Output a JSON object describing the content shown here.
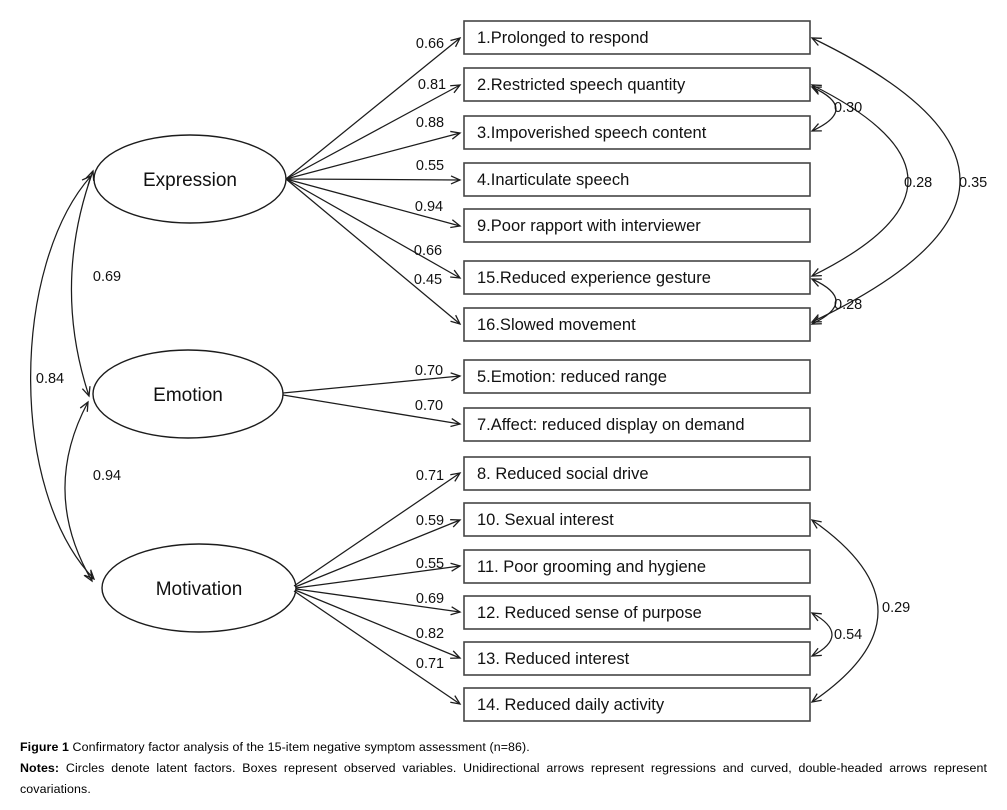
{
  "diagram": {
    "factors": [
      {
        "label": "Expression"
      },
      {
        "label": "Emotion"
      },
      {
        "label": "Motivation"
      }
    ],
    "items": [
      {
        "label": "1.Prolonged to respond",
        "loading": "0.66",
        "factor": "Expression"
      },
      {
        "label": "2.Restricted speech quantity",
        "loading": "0.81",
        "factor": "Expression"
      },
      {
        "label": "3.Impoverished speech content",
        "loading": "0.88",
        "factor": "Expression"
      },
      {
        "label": "4.Inarticulate speech",
        "loading": "0.55",
        "factor": "Expression"
      },
      {
        "label": "9.Poor rapport with interviewer",
        "loading": "0.94",
        "factor": "Expression"
      },
      {
        "label": "15.Reduced experience gesture",
        "loading": "0.66",
        "factor": "Expression"
      },
      {
        "label": "16.Slowed movement",
        "loading": "0.45",
        "factor": "Expression"
      },
      {
        "label": "5.Emotion: reduced range",
        "loading": "0.70",
        "factor": "Emotion"
      },
      {
        "label": "7.Affect: reduced display on demand",
        "loading": "0.70",
        "factor": "Emotion"
      },
      {
        "label": "8. Reduced social drive",
        "loading": "0.71",
        "factor": "Motivation"
      },
      {
        "label": "10. Sexual interest",
        "loading": "0.59",
        "factor": "Motivation"
      },
      {
        "label": "11. Poor grooming and hygiene",
        "loading": "0.55",
        "factor": "Motivation"
      },
      {
        "label": "12. Reduced sense of purpose",
        "loading": "0.69",
        "factor": "Motivation"
      },
      {
        "label": "13. Reduced interest",
        "loading": "0.82",
        "factor": "Motivation"
      },
      {
        "label": "14. Reduced daily activity",
        "loading": "0.71",
        "factor": "Motivation"
      }
    ],
    "factor_covariances": [
      {
        "pair": "Expression-Emotion",
        "value": "0.69"
      },
      {
        "pair": "Expression-Motivation",
        "value": "0.84"
      },
      {
        "pair": "Emotion-Motivation",
        "value": "0.94"
      }
    ],
    "residual_covariances": [
      {
        "pair": "2-3",
        "value": "0.30"
      },
      {
        "pair": "2-15",
        "value": "0.28"
      },
      {
        "pair": "1-16",
        "value": "0.35"
      },
      {
        "pair": "15-16",
        "value": "0.28"
      },
      {
        "pair": "12-13",
        "value": "0.54"
      },
      {
        "pair": "10-14",
        "value": "0.29"
      }
    ]
  },
  "caption": {
    "figure_label": "Figure 1",
    "figure_text": "Confirmatory factor analysis of the 15-item negative symptom assessment (n=86).",
    "notes_label": "Notes:",
    "notes_text": "Circles denote latent factors. Boxes represent observed variables. Unidirectional arrows represent regressions and curved, double-headed arrows represent covariations."
  }
}
